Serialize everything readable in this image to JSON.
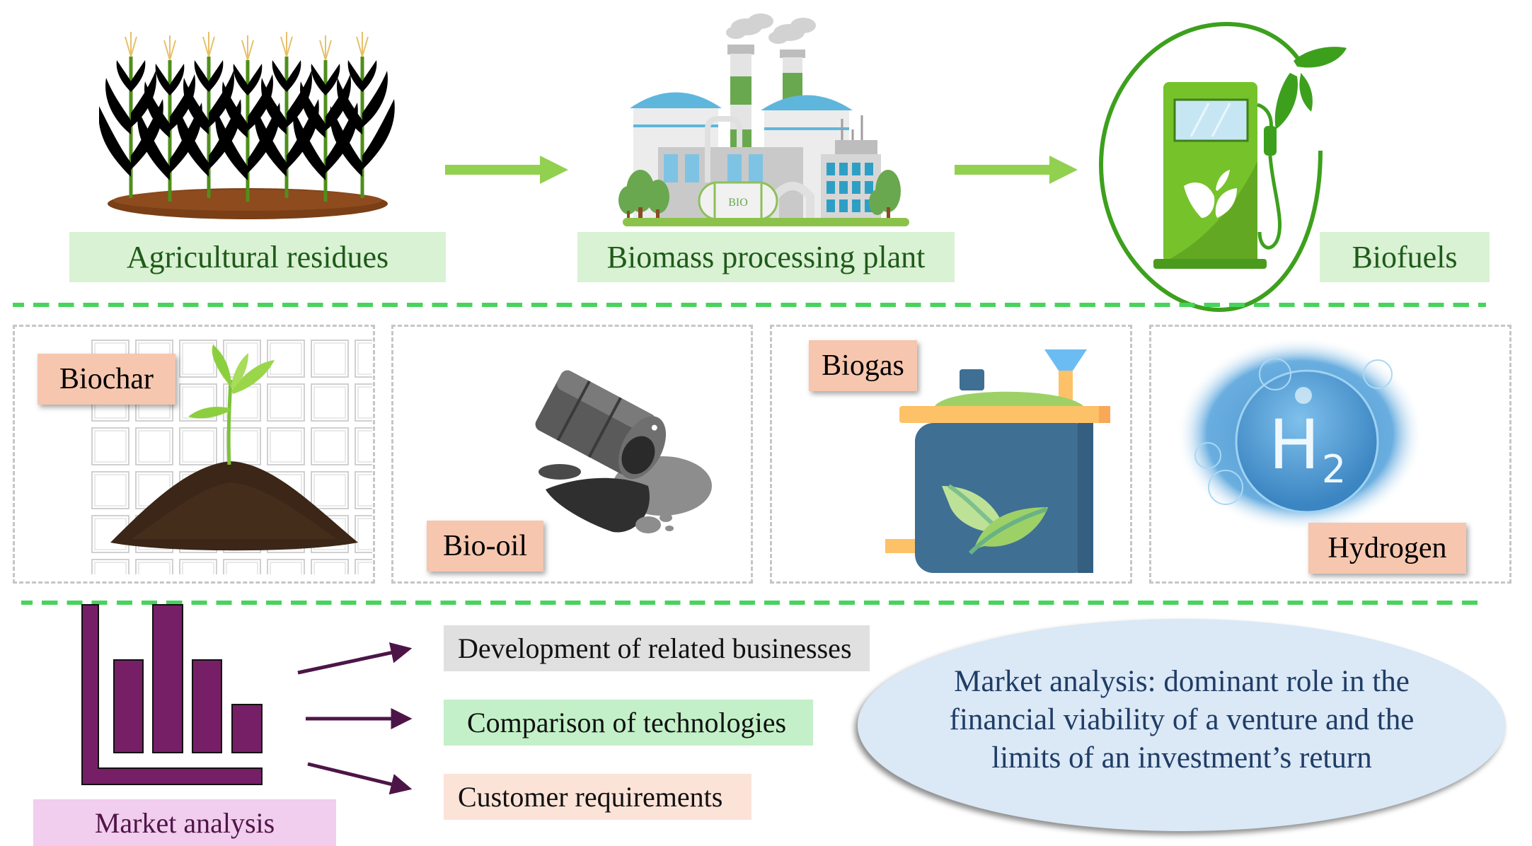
{
  "flow": {
    "stages": [
      {
        "label": "Agricultural residues",
        "icon": "corn-field-icon"
      },
      {
        "label": "Biomass processing plant",
        "icon": "factory-icon",
        "tank_text": "BIO"
      },
      {
        "label": "Biofuels",
        "icon": "fuel-pump-icon"
      }
    ],
    "arrow_color": "#92d050",
    "label_bg": "#d9f2d3",
    "label_color": "#1f5a1a"
  },
  "products": [
    {
      "label": "Biochar",
      "icon": "soil-seedling-icon"
    },
    {
      "label": "Bio-oil",
      "icon": "oil-barrel-icon"
    },
    {
      "label": "Biogas",
      "icon": "biogas-digester-icon"
    },
    {
      "label": "Hydrogen",
      "icon": "h2-bubble-icon",
      "symbol": "H",
      "subscript": "2"
    }
  ],
  "market": {
    "label": "Market analysis",
    "icon": "bar-chart-icon",
    "icon_bar_levels": [
      0.55,
      0.85,
      0.55,
      0.28
    ],
    "outcomes": [
      {
        "label": "Development of related businesses",
        "bg": "#e0e0e0"
      },
      {
        "label": "Comparison of technologies",
        "bg": "#c3f0c8"
      },
      {
        "label": "Customer requirements",
        "bg": "#fce3d8"
      }
    ],
    "summary": "Market analysis: dominant role in the financial viability of a venture and the limits of an investment’s return",
    "accent": "#761f67"
  },
  "separator_color": "#48d35c"
}
